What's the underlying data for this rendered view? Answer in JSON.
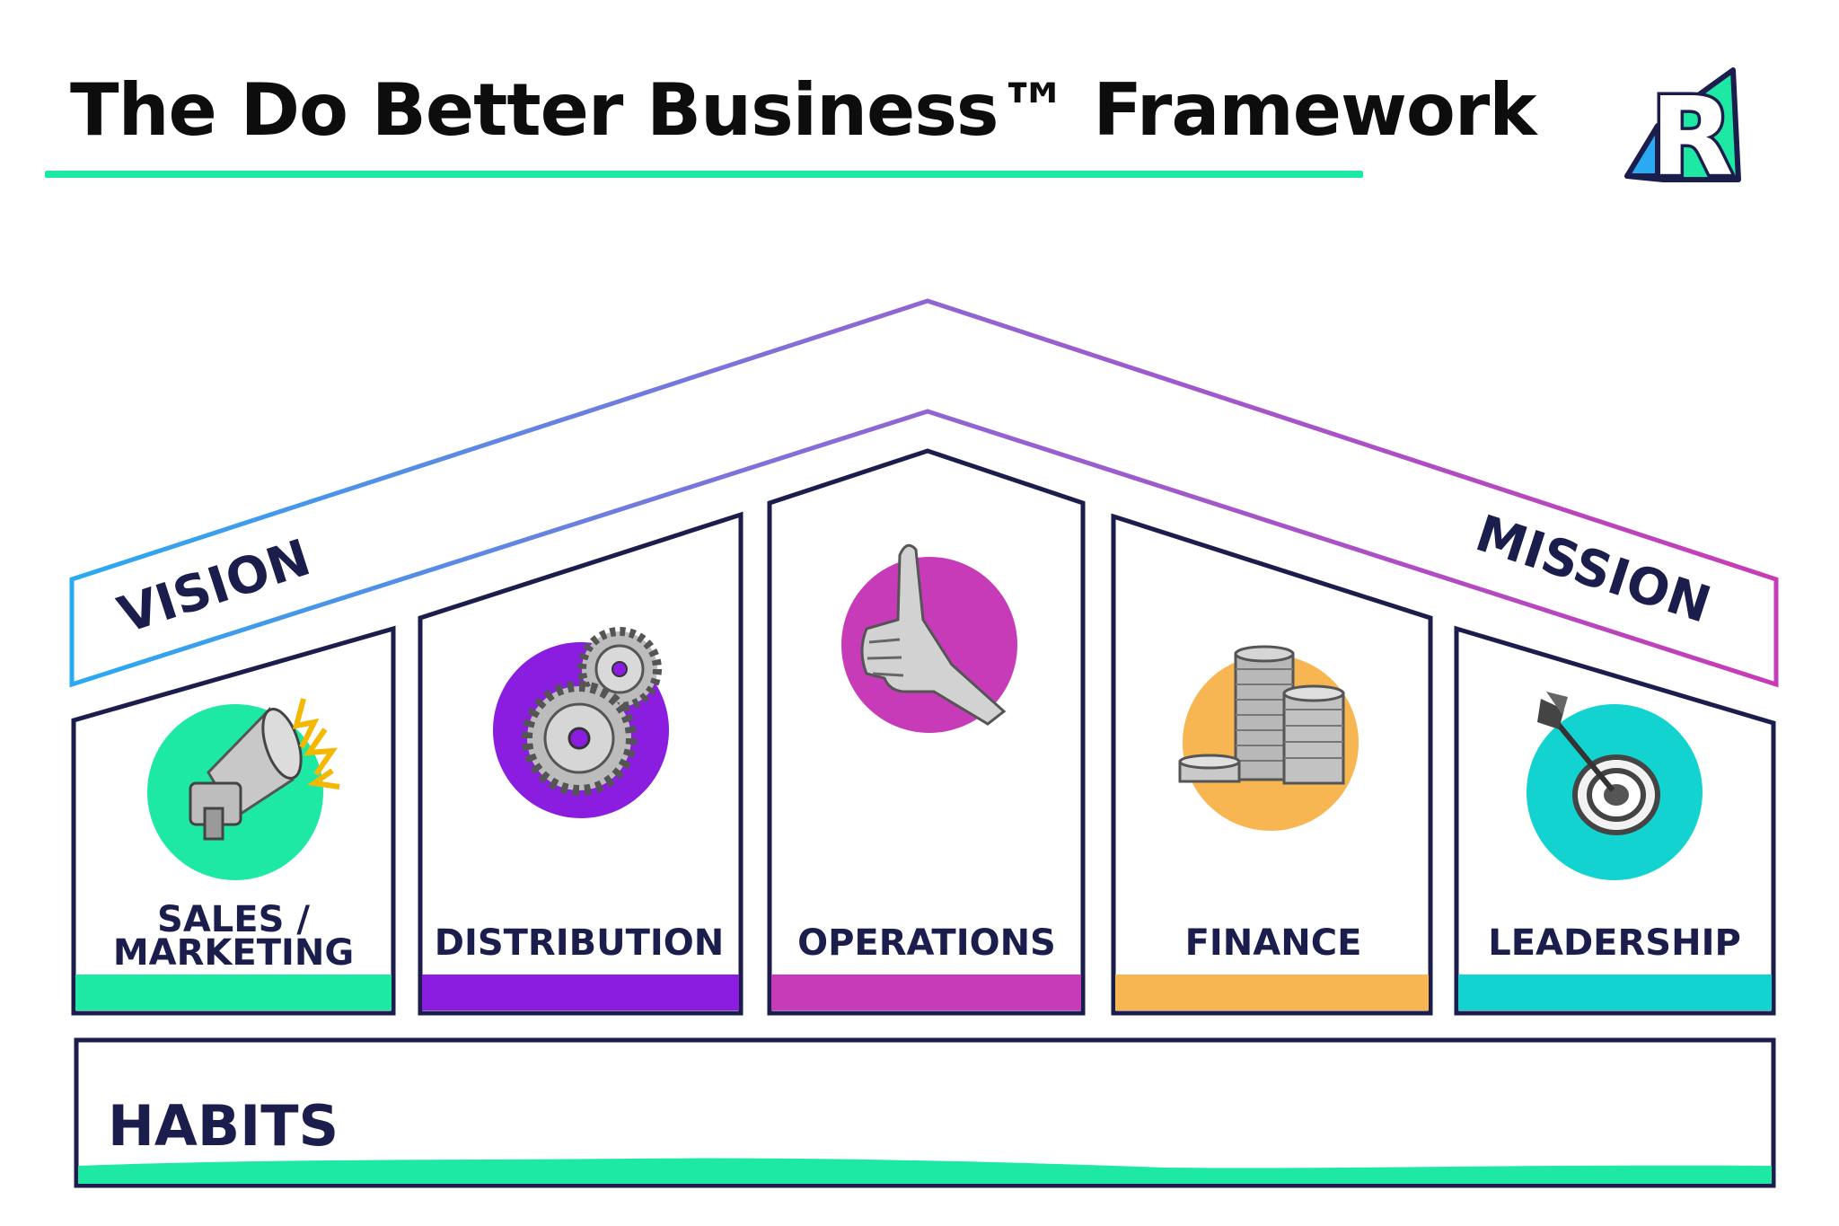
{
  "title": "The Do Better Business™ Framework",
  "logo": {
    "letter": "R"
  },
  "roof": {
    "left_label": "VISION",
    "right_label": "MISSION"
  },
  "pillars": [
    {
      "id": "sales",
      "label_lines": [
        "SALES /",
        "MARKETING"
      ],
      "color": "#1de9a5",
      "icon": "megaphone-icon"
    },
    {
      "id": "distribution",
      "label_lines": [
        "DISTRIBUTION"
      ],
      "color": "#8a1de0",
      "icon": "gears-icon"
    },
    {
      "id": "operations",
      "label_lines": [
        "OPERATIONS"
      ],
      "color": "#c73bb8",
      "icon": "thumbs-up-icon"
    },
    {
      "id": "finance",
      "label_lines": [
        "FINANCE"
      ],
      "color": "#f7b651",
      "icon": "coins-icon"
    },
    {
      "id": "leadership",
      "label_lines": [
        "LEADERSHIP"
      ],
      "color": "#12d3cf",
      "icon": "target-icon"
    }
  ],
  "foundation": {
    "label": "HABITS",
    "color": "#1de9a5"
  },
  "colors": {
    "navy": "#1b1d4c",
    "accent": "#1de9a5",
    "gradient_start": "#29aaf2",
    "gradient_end": "#c73bb8"
  }
}
